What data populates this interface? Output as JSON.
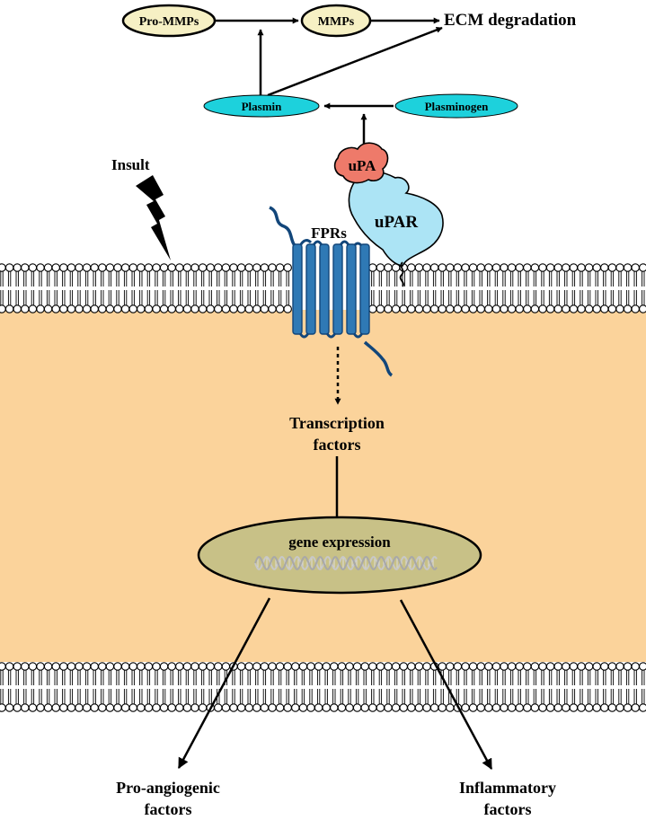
{
  "colors": {
    "cytoplasm": "#fbd39b",
    "nucleus": "#c8c187",
    "mmp_fill": "#f6f0c4",
    "plasmin_fill": "#1dd1dc",
    "upa_fill": "#ee7a6a",
    "upar_fill": "#ace4f5",
    "fpr_fill": "#2f79b5",
    "fpr_stroke": "#12467a",
    "membrane": "#000000",
    "dna": "#c8c8c8"
  },
  "labels": {
    "pro_mmps": "Pro-MMPs",
    "mmps": "MMPs",
    "ecm_degradation": "ECM degradation",
    "plasmin": "Plasmin",
    "plasminogen": "Plasminogen",
    "upa": "uPA",
    "upar": "uPAR",
    "insult": "Insult",
    "fprs": "FPRs",
    "transcription_line1": "Transcription",
    "transcription_line2": "factors",
    "gene_expression": "gene expression",
    "pro_angiogenic_line1": "Pro-angiogenic",
    "pro_angiogenic_line2": "factors",
    "inflammatory_line1": "Inflammatory",
    "inflammatory_line2": "factors"
  },
  "icons": {
    "insult": "lightning-bolt-icon",
    "dna": "dna-helix-icon",
    "receptor": "seven-transmembrane-receptor-icon"
  }
}
